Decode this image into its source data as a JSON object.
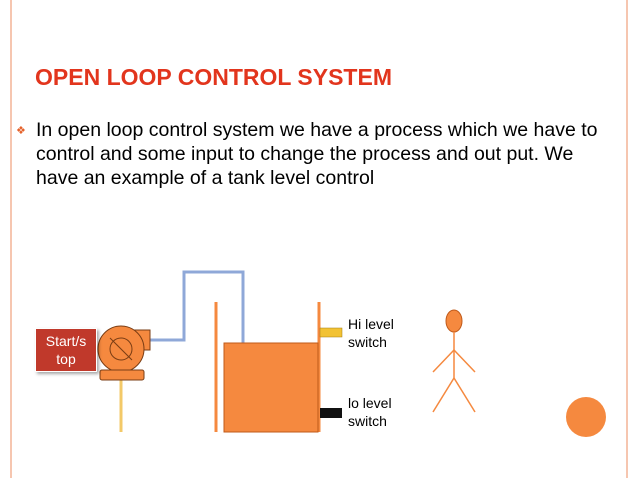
{
  "slide": {
    "title": "OPEN LOOP CONTROL SYSTEM",
    "bullet_icon": "bullet-icon",
    "body": "In open loop control system we have a process which we have to control and some input to change the process and out put. We have an example of a tank level control"
  },
  "diagram": {
    "start_stop_label": "Start/s\ntop",
    "hi_level_label": "Hi level\nswitch",
    "lo_level_label": "lo level\nswitch",
    "colors": {
      "tank": "#f5893f",
      "pipe": "#8fa8d8",
      "inlet_pipe": "#f3c968",
      "hi_switch": "#f2c233",
      "lo_switch": "#111111",
      "start_button": "#c0392b",
      "title": "#e2351d"
    }
  }
}
